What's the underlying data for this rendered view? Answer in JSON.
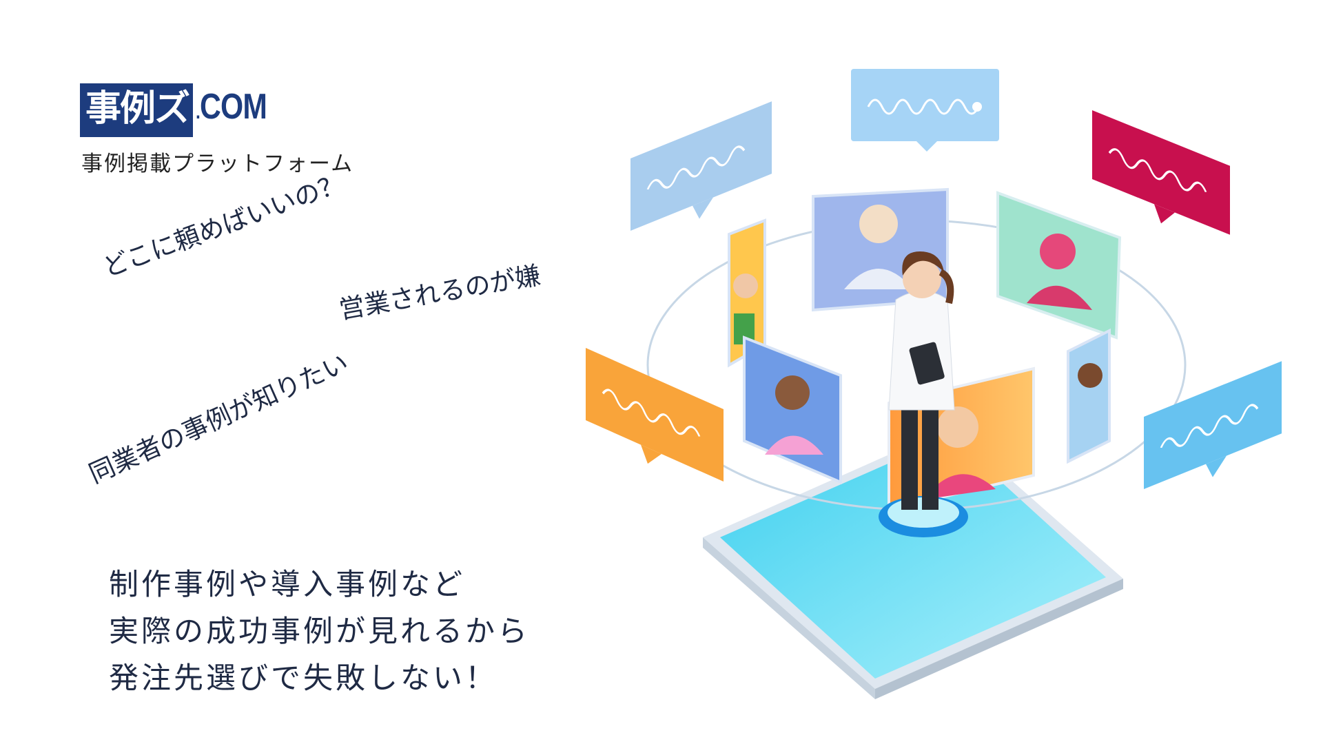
{
  "brand": {
    "logo_kanji": "事例ズ",
    "logo_suffix": "COM",
    "tagline": "事例掲載プラットフォーム"
  },
  "concerns": [
    "どこに頼めばいいの？",
    "営業されるのが嫌",
    "同業者の事例が知りたい"
  ],
  "main_copy": {
    "line1": "制作事例や導入事例など",
    "line2": "実際の成功事例が見れるから",
    "line3": "発注先選びで失敗しない！"
  },
  "colors": {
    "brand_navy": "#1d3c7e",
    "bubble_blue": "#9ecbf0",
    "bubble_magenta": "#c8104e",
    "bubble_orange": "#f7a53a",
    "bubble_cyan": "#63bff0",
    "platform": "#7fe3f5"
  },
  "icons": [
    "woman-presenter-illustration",
    "video-call-screen",
    "voice-wave-bubble"
  ]
}
